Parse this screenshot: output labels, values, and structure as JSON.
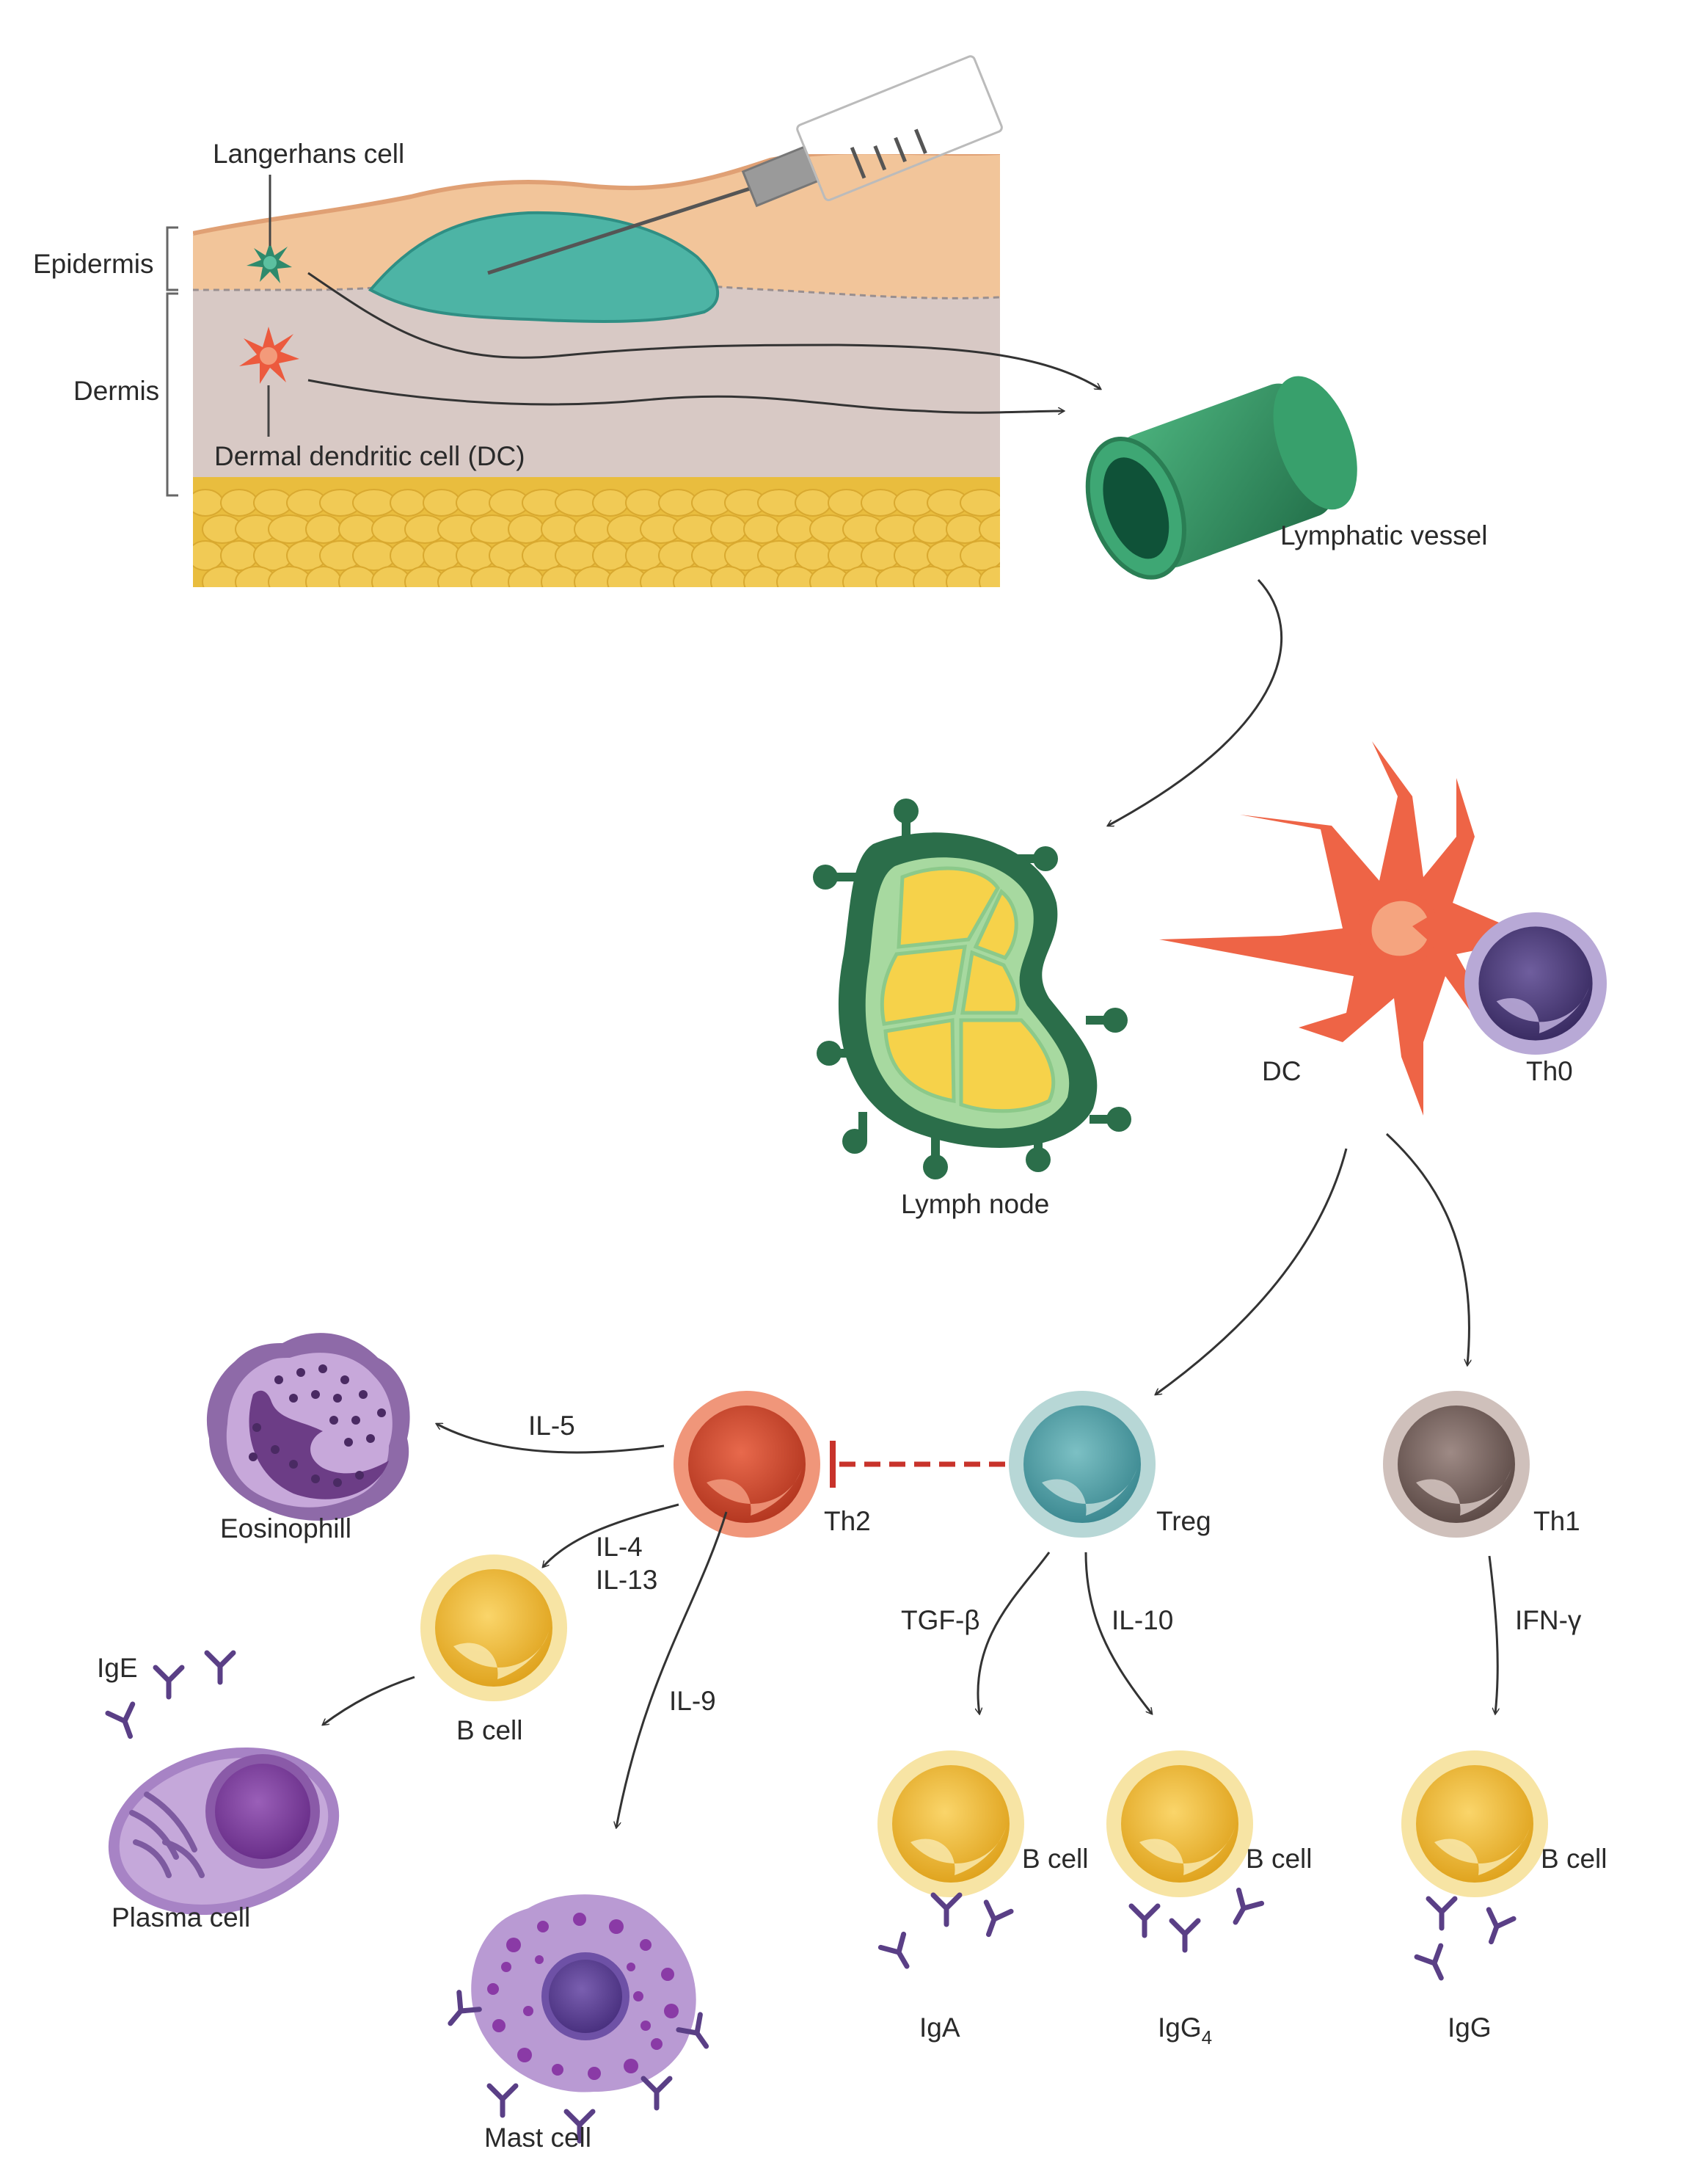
{
  "skin": {
    "langerhans": "Langerhans cell",
    "epidermis": "Epidermis",
    "dermis": "Dermis",
    "dermal_dc": "Dermal dendritic cell (DC)"
  },
  "lymphatic_vessel": "Lymphatic vessel",
  "lymph_node": "Lymph node",
  "dc": "DC",
  "th0": "Th0",
  "th2": "Th2",
  "treg": "Treg",
  "th1": "Th1",
  "eosinophil": "Eosinophill",
  "il5": "IL-5",
  "il4": "IL-4",
  "il13": "IL-13",
  "il9": "IL-9",
  "b_cell": "B cell",
  "ige": "IgE",
  "plasma_cell": "Plasma cell",
  "mast_cell": "Mast cell",
  "tgfb": "TGF-β",
  "il10": "IL-10",
  "ifng": "IFN-γ",
  "iga": "IgA",
  "igg4": "IgG",
  "igg4_sub": "4",
  "igg": "IgG",
  "colors": {
    "epidermis": "#f2c69a",
    "dermis": "#d9cac6",
    "fat": "#f0c94a",
    "injection": "#4fb5a6",
    "dc": "#ef6a4c",
    "lymphatic": "#2f8f63",
    "node_outer": "#2b6e4a",
    "node_inner": "#f7d24a",
    "th2": "#d9533a",
    "treg": "#6aaeb4",
    "th1": "#8a7773",
    "th0": "#5a4a86",
    "bcell": "#f3be3a",
    "antibody": "#5a3f86",
    "eosinophil": "#8e6aa8",
    "mast": "#b89ad0",
    "plasma": "#a884c4",
    "inhibition": "#c8332b"
  }
}
